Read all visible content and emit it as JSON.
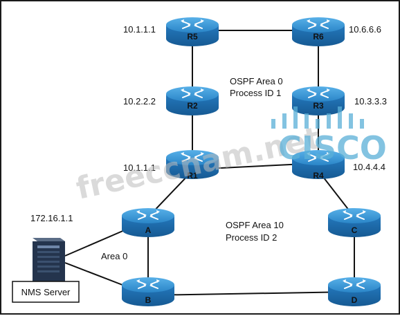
{
  "routers": {
    "R5": {
      "name": "R5",
      "ip": "10.1.1.1"
    },
    "R6": {
      "name": "R6",
      "ip": "10.6.6.6"
    },
    "R2": {
      "name": "R2",
      "ip": "10.2.2.2"
    },
    "R3": {
      "name": "R3",
      "ip": "10.3.3.3"
    },
    "R1": {
      "name": "R1",
      "ip": "10.1.1.1"
    },
    "R4": {
      "name": "R4",
      "ip": "10.4.4.4"
    },
    "A": {
      "name": "A"
    },
    "B": {
      "name": "B"
    },
    "C": {
      "name": "C"
    },
    "D": {
      "name": "D"
    }
  },
  "areas": {
    "area0_line1": "OSPF Area 0",
    "area0_line2": "Process ID 1",
    "area10_line1": "OSPF Area 10",
    "area10_line2": "Process ID 2",
    "nms_area": "Area 0"
  },
  "server": {
    "ip": "172.16.1.1",
    "label": "NMS Server"
  },
  "watermark": {
    "text": "freeccnam.net",
    "logo": "CISCO"
  },
  "colors": {
    "router_top": "#3d97d6",
    "router_side": "#1f6aa8",
    "line": "#111111",
    "watermark": "#c0c0c0",
    "cisco": "#5ab0d8"
  }
}
